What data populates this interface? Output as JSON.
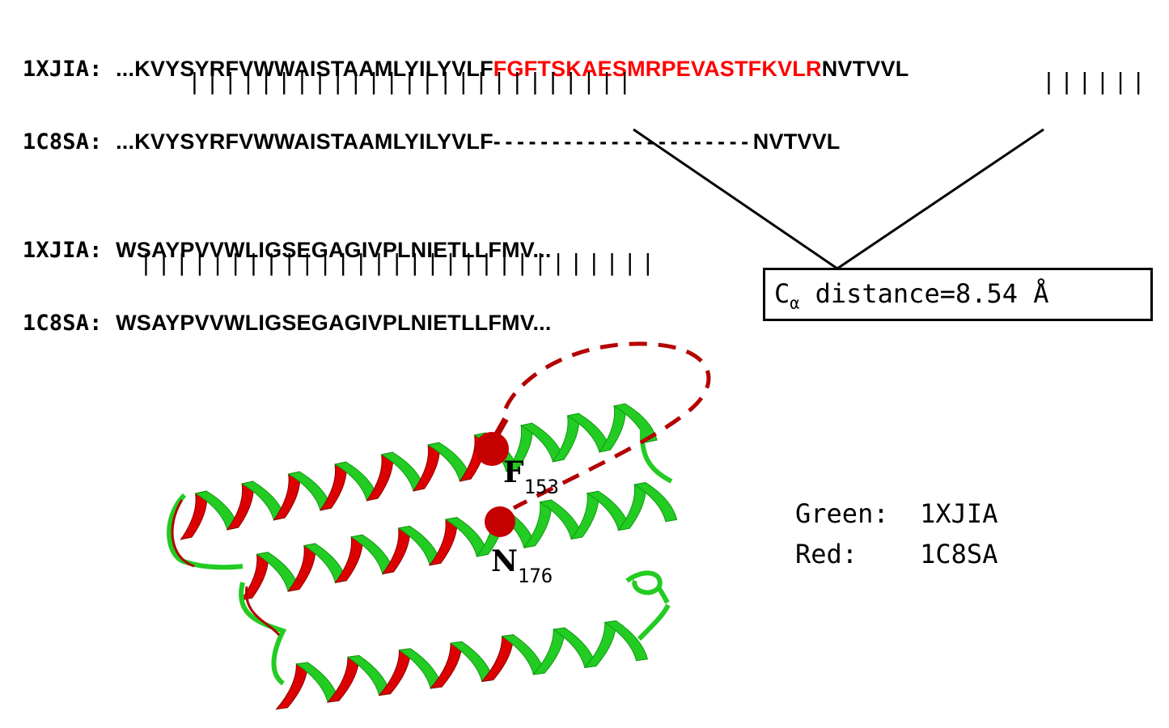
{
  "alignment": {
    "row1": {
      "top_label": "1XJIA:",
      "top_prefix": "...",
      "top_left": "KVYSYRFVWWAISTAAMLYILYVLF",
      "top_insert": "FGFTSKAESMRPEVASTFKVLR",
      "top_right": "NVTVVL",
      "match_left": "|||||||||||||||||||||||||",
      "match_right": "||||||",
      "bottom_label": "1C8SA:",
      "bottom_prefix": "...",
      "bottom_left": "KVYSYRFVWWAISTAAMLYILYVLF",
      "bottom_gap": "----------------------",
      "bottom_right": "NVTVVL"
    },
    "row2": {
      "top_label": "1XJIA:",
      "top_seq": "WSAYPVVWLIGSEGAGIVPLNIETLLFMV...",
      "match": "|||||||||||||||||||||||||||||",
      "bottom_label": "1C8SA:",
      "bottom_seq": "WSAYPVVWLIGSEGAGIVPLNIETLLFMV..."
    }
  },
  "distance_box": {
    "symbol": "C",
    "subscript": "α",
    "text": " distance=8.54 Å"
  },
  "residues": {
    "f": {
      "letter": "F",
      "number": "153"
    },
    "n": {
      "letter": "N",
      "number": "176"
    }
  },
  "legend": {
    "green_label": "Green:",
    "green_value": "1XJIA",
    "red_label": "Red:",
    "red_value": "1C8SA"
  },
  "colors": {
    "green": "#22cc22",
    "red": "#dd0000",
    "dark_red": "#b40000",
    "insert_text": "#ff0000"
  }
}
